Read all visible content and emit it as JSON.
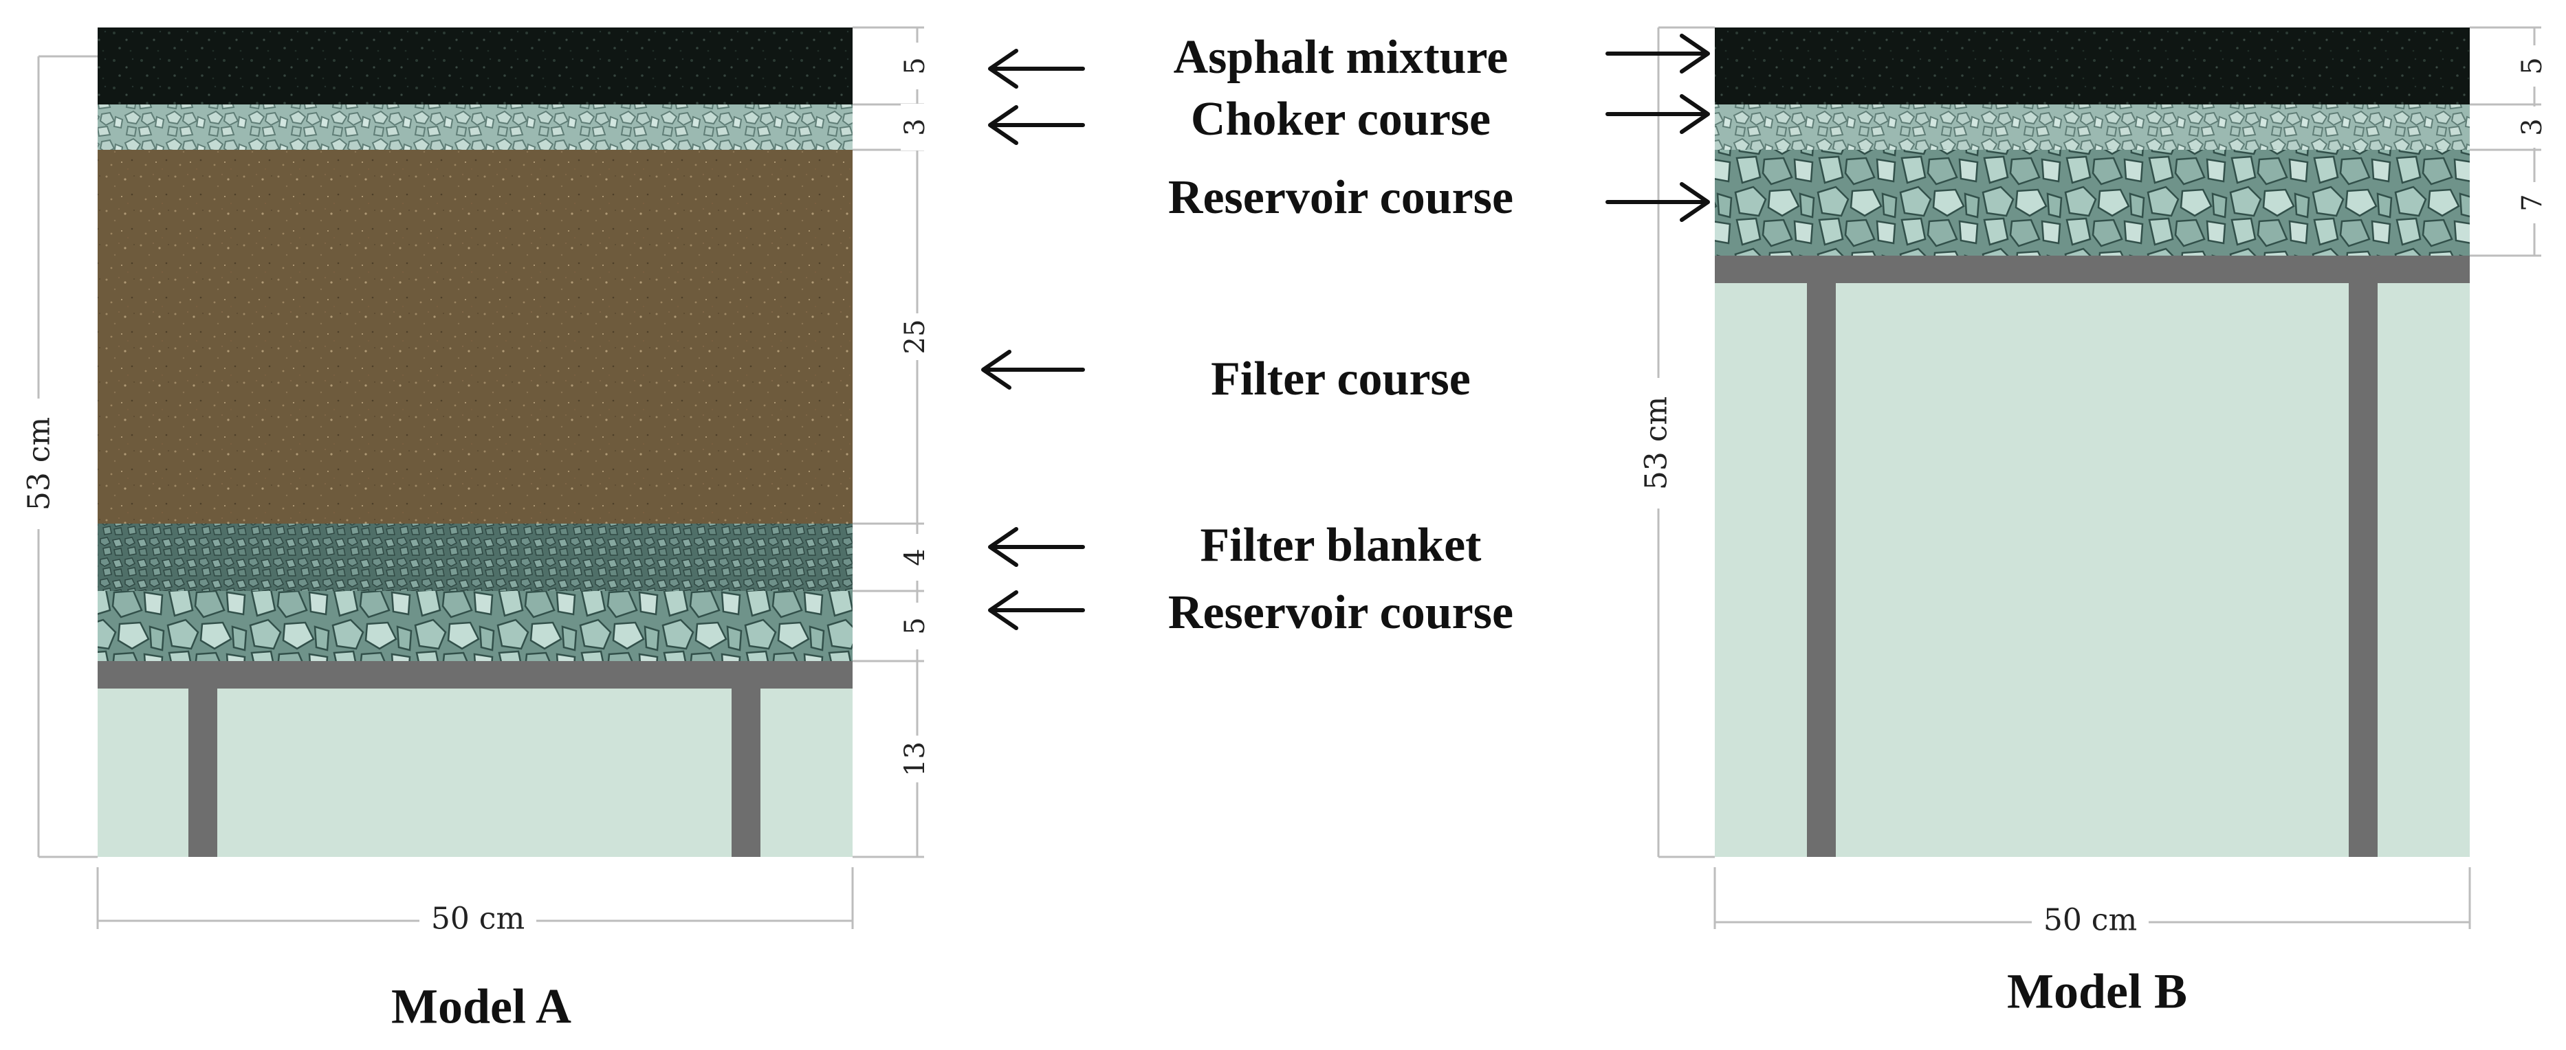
{
  "colors": {
    "asphalt": "#0e1512",
    "choker": "#a9c5bd",
    "filter_course": "#6e5a3c",
    "filter_blanket": "#567870",
    "reservoir": "#8fb3aa",
    "plate": "#6e6e6e",
    "water": "#cfe3d9",
    "dim_line": "#bdbdbd"
  },
  "model_a": {
    "title": "Model A",
    "height_label": "53 cm",
    "width_label": "50 cm",
    "layers": [
      {
        "name": "asphalt-layer",
        "thickness": "5",
        "texture": "asphalt"
      },
      {
        "name": "choker-layer",
        "thickness": "3",
        "texture": "choker"
      },
      {
        "name": "filter-course-layer",
        "thickness": "25",
        "texture": "filter_course"
      },
      {
        "name": "filter-blanket-layer",
        "thickness": "4",
        "texture": "filter_blanket"
      },
      {
        "name": "reservoir-layer",
        "thickness": "5",
        "texture": "reservoir"
      },
      {
        "name": "water-chamber",
        "thickness": "13",
        "texture": "water"
      }
    ]
  },
  "model_b": {
    "title": "Model B",
    "height_label": "53 cm",
    "width_label": "50 cm",
    "layers": [
      {
        "name": "asphalt-layer",
        "thickness": "5",
        "texture": "asphalt"
      },
      {
        "name": "choker-layer",
        "thickness": "3",
        "texture": "choker"
      },
      {
        "name": "reservoir-layer",
        "thickness": "7",
        "texture": "reservoir"
      },
      {
        "name": "water-chamber",
        "thickness": "",
        "texture": "water"
      }
    ]
  },
  "labels": {
    "asphalt_mixture": "Asphalt mixture",
    "choker_course": "Choker course",
    "reservoir_course_b": "Reservoir course",
    "filter_course": "Filter course",
    "filter_blanket": "Filter blanket",
    "reservoir_course_a": "Reservoir course"
  }
}
